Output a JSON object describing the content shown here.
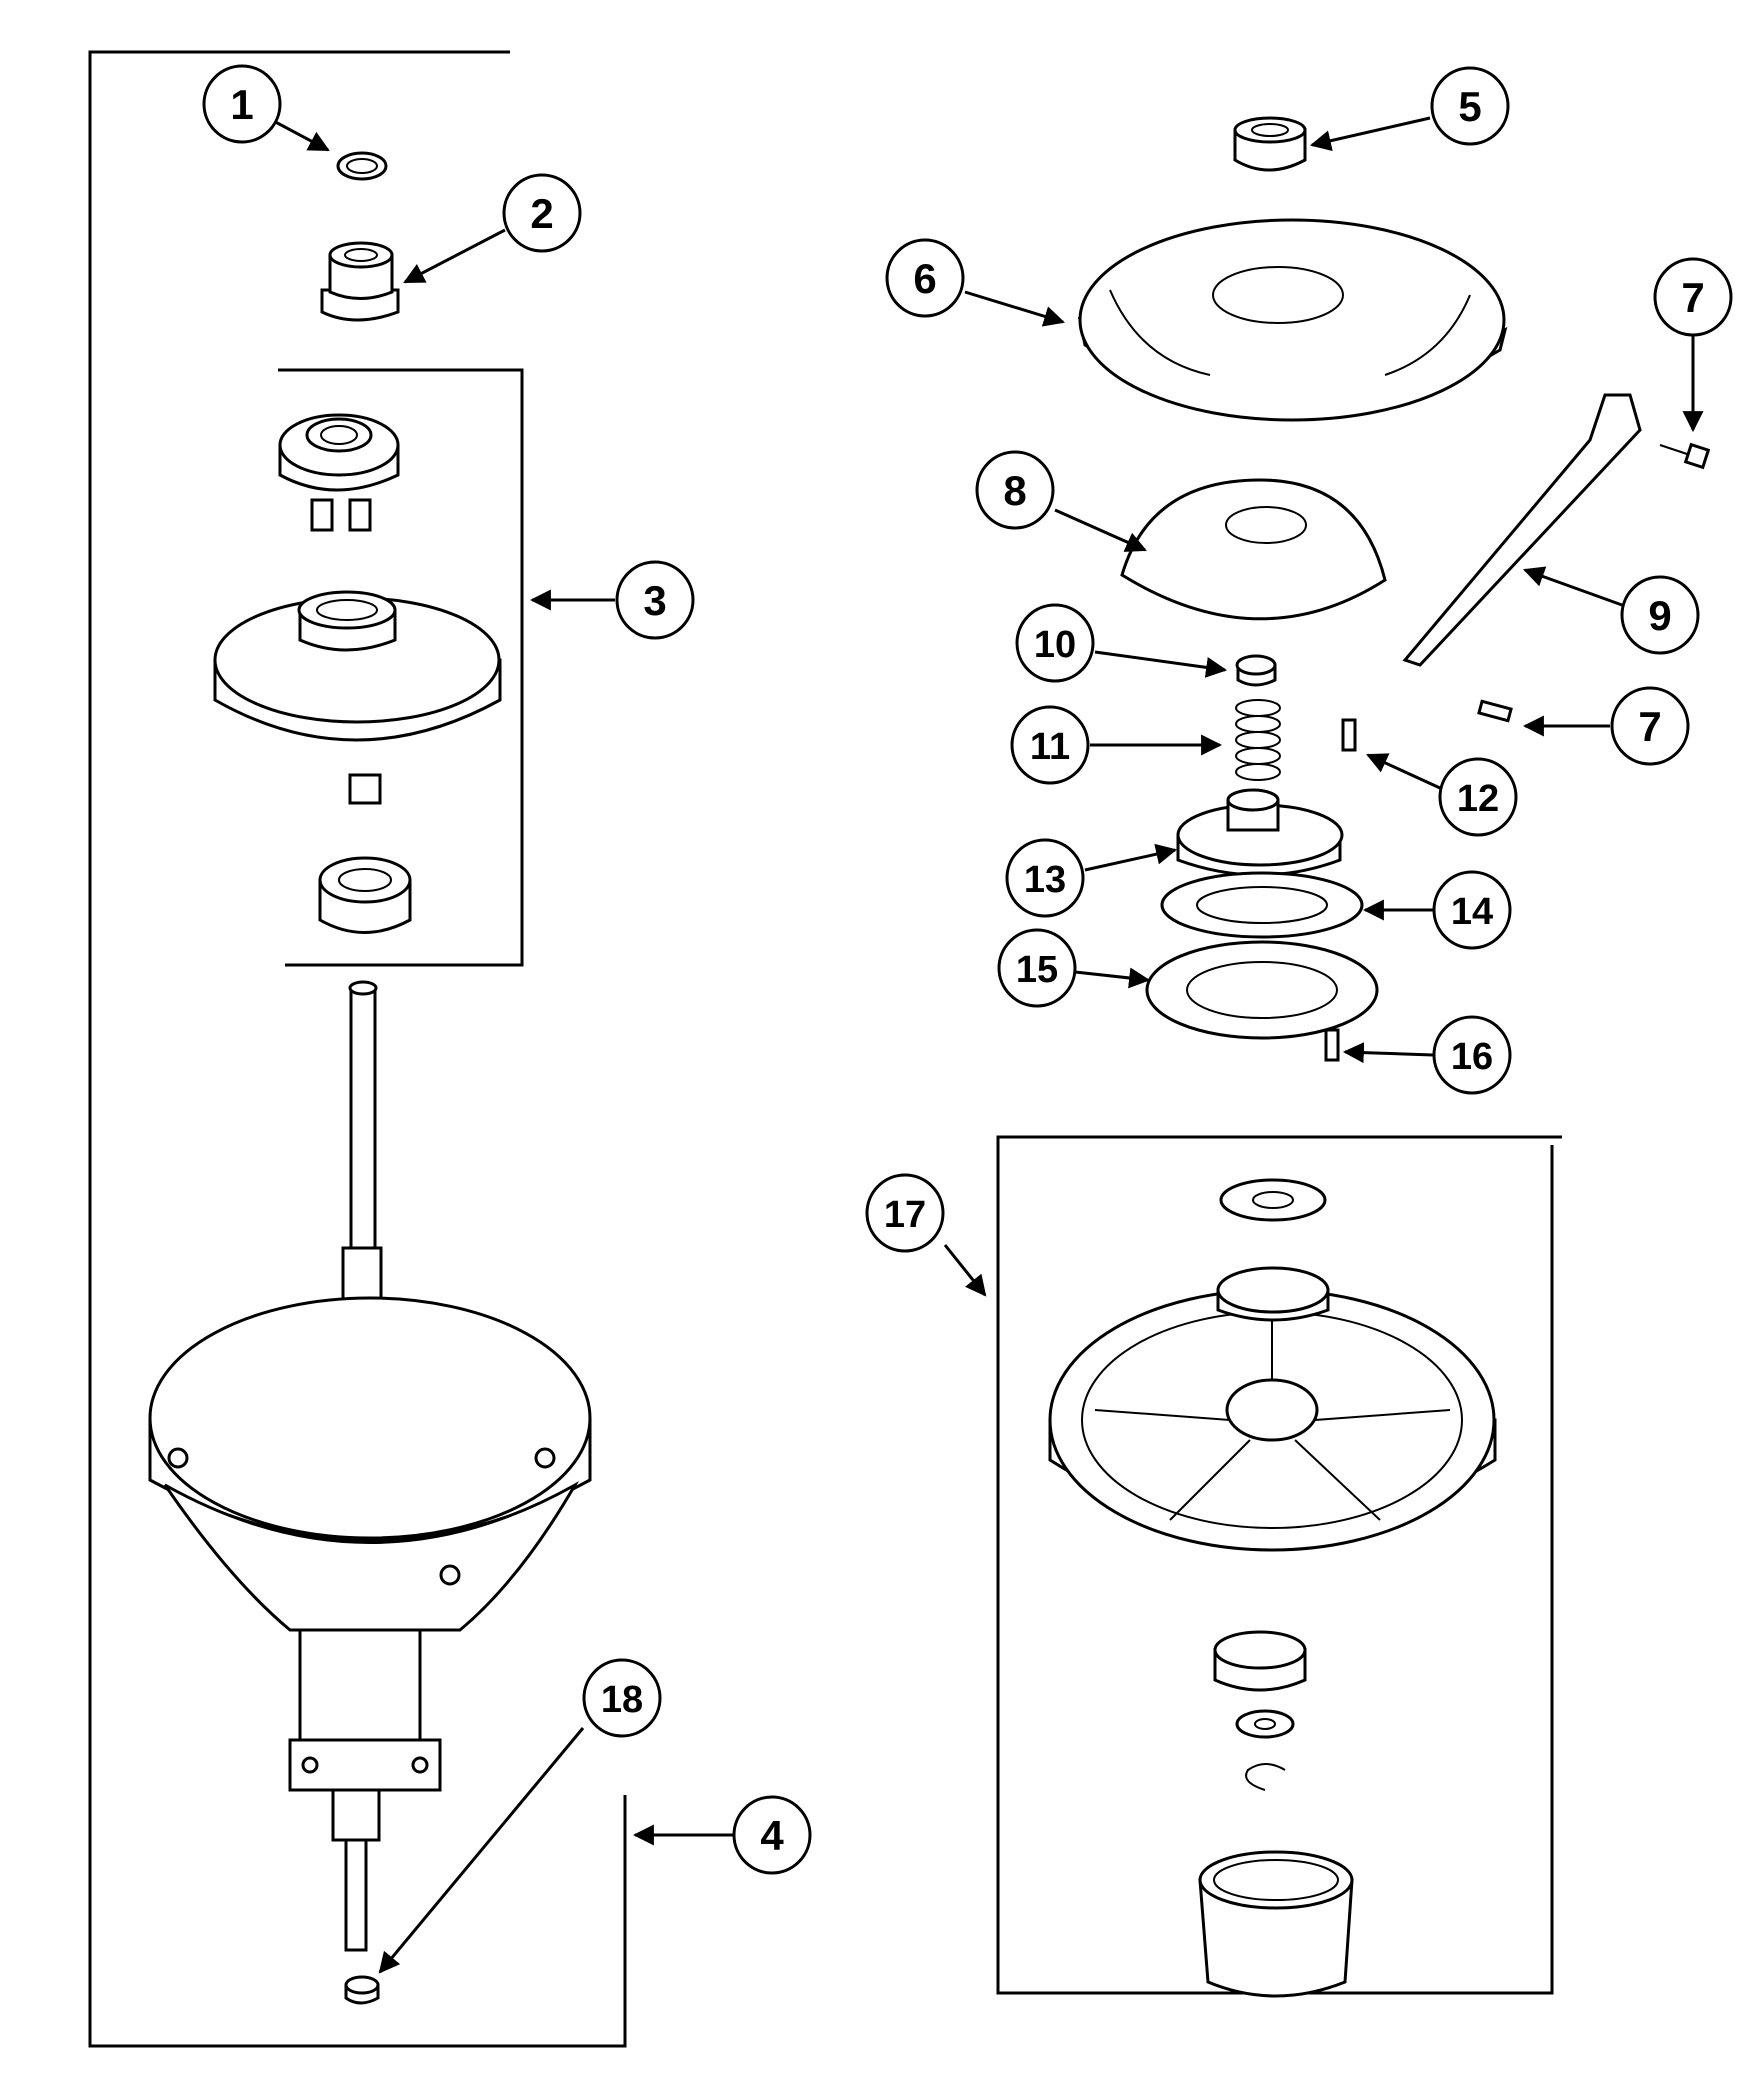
{
  "callouts": [
    {
      "id": "c1",
      "text": "1"
    },
    {
      "id": "c2",
      "text": "2"
    },
    {
      "id": "c3",
      "text": "3"
    },
    {
      "id": "c4",
      "text": "4"
    },
    {
      "id": "c5",
      "text": "5"
    },
    {
      "id": "c6",
      "text": "6"
    },
    {
      "id": "c7a",
      "text": "7"
    },
    {
      "id": "c7b",
      "text": "7"
    },
    {
      "id": "c8",
      "text": "8"
    },
    {
      "id": "c9",
      "text": "9"
    },
    {
      "id": "c10",
      "text": "10"
    },
    {
      "id": "c11",
      "text": "11"
    },
    {
      "id": "c12",
      "text": "12"
    },
    {
      "id": "c13",
      "text": "13"
    },
    {
      "id": "c14",
      "text": "14"
    },
    {
      "id": "c15",
      "text": "15"
    },
    {
      "id": "c16",
      "text": "16"
    },
    {
      "id": "c17",
      "text": "17"
    },
    {
      "id": "c18",
      "text": "18"
    }
  ]
}
